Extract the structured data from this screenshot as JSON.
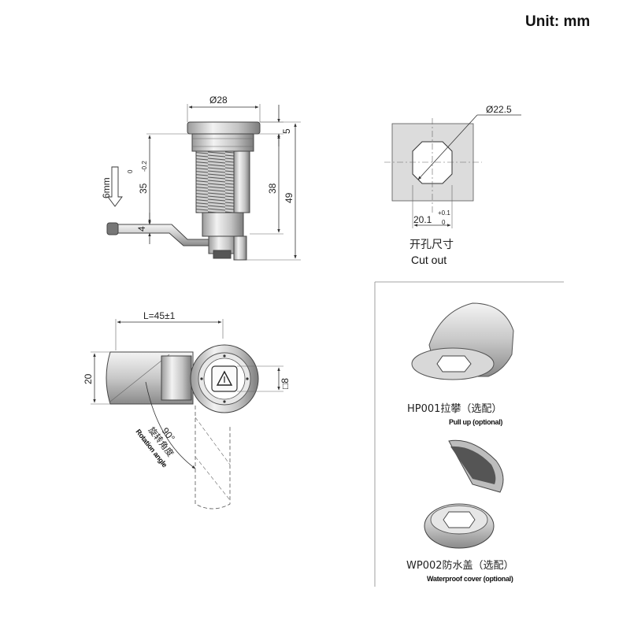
{
  "unit_label": "Unit:  mm",
  "side_view": {
    "dia": "Ø28",
    "flange_h": "5",
    "body_len": "35",
    "body_tol_upper": "0",
    "body_tol_lower": "-0.2",
    "thread_len": "38",
    "total_len": "49",
    "cam_thick": "4",
    "travel": "6mm"
  },
  "cutout": {
    "dia": "Ø22.5",
    "flat": "20.1",
    "flat_tol_upper": "+0.1",
    "flat_tol_lower": "0",
    "label_cn": "开孔尺寸",
    "label_en": "Cut out"
  },
  "front_view": {
    "cam_len": "L=45±1",
    "cam_width": "20",
    "square": "□8",
    "angle": "90°",
    "rotation_cn": "旋转角度",
    "rotation_en": "Rotation angle"
  },
  "accessories": [
    {
      "label_cn": "HP001拉攀（选配）",
      "label_en": "Pull up (optional)"
    },
    {
      "label_cn": "WP002防水盖（选配）",
      "label_en": "Waterproof cover (optional)"
    }
  ]
}
